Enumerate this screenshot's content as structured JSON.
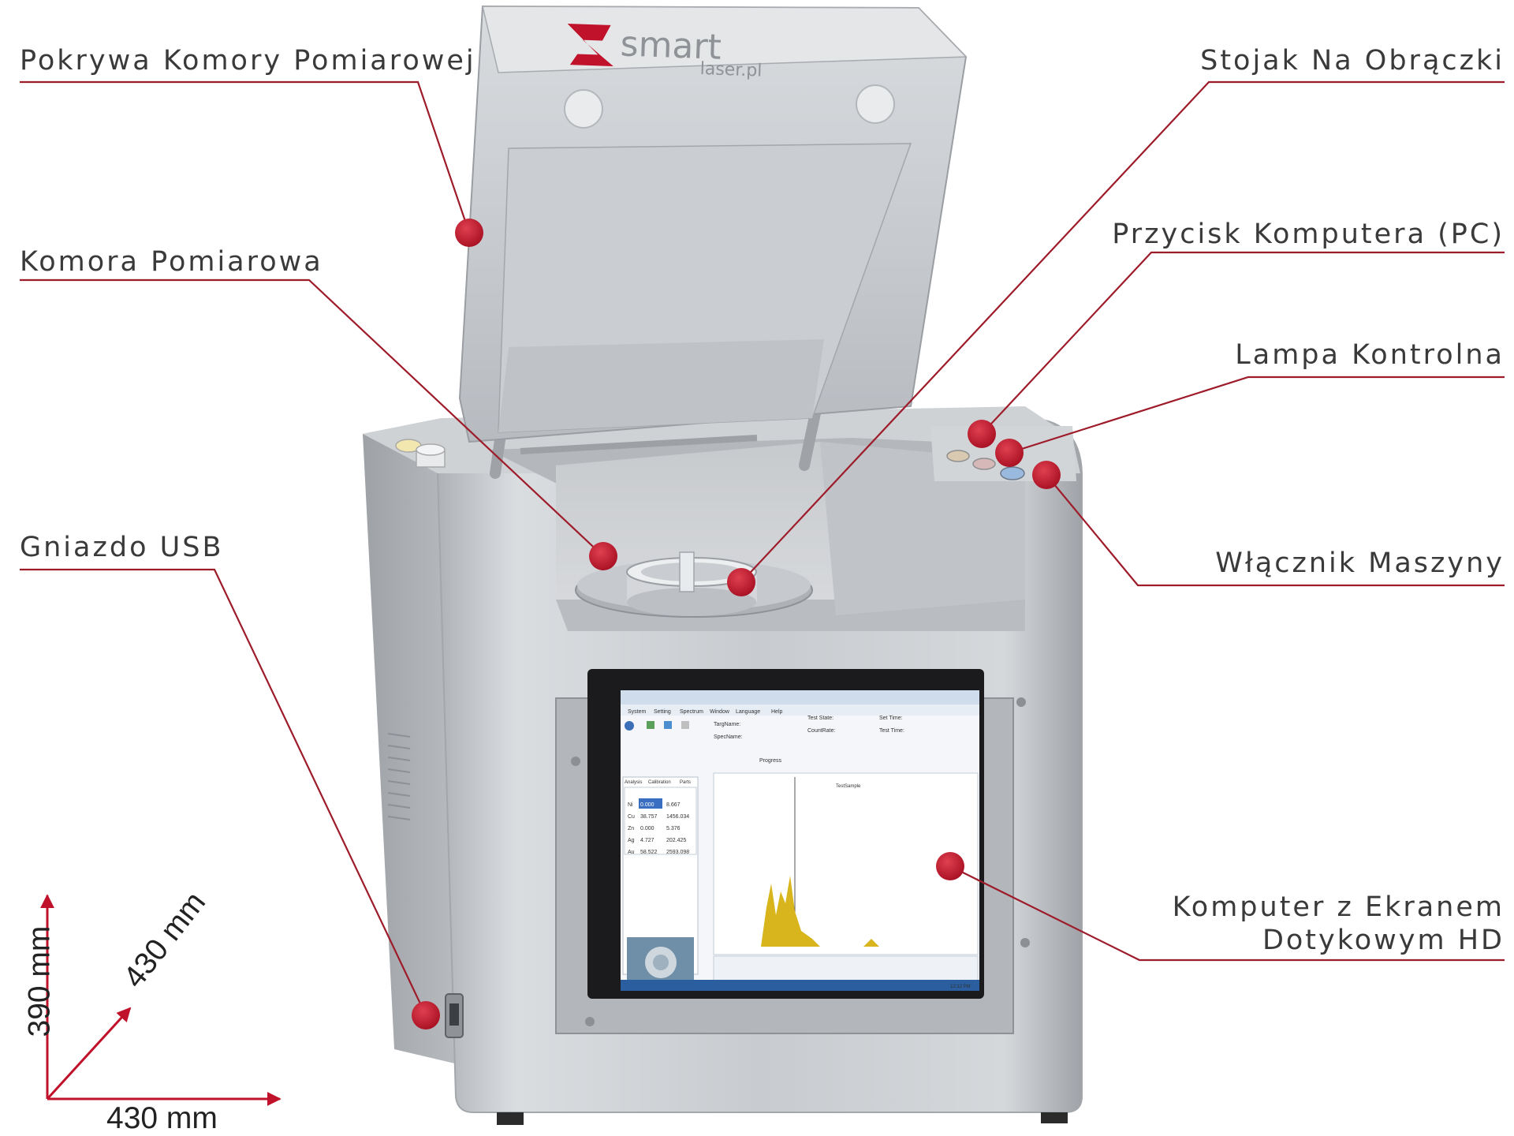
{
  "brand": {
    "name": "smart",
    "site": "laser.pl"
  },
  "callouts": {
    "lid": "Pokrywa Komory Pomiarowej",
    "chamber": "Komora Pomiarowa",
    "usb": "Gniazdo USB",
    "stand": "Stojak Na Obrączki",
    "pc_button": "Przycisk Komputera (PC)",
    "lamp": "Lampa Kontrolna",
    "power": "Włącznik Maszyny",
    "computer_line1": "Komputer z Ekranem",
    "computer_line2": "Dotykowym HD"
  },
  "dimensions": {
    "height": "390 mm",
    "depth": "430 mm",
    "width": "430 mm"
  },
  "screen": {
    "menu": [
      "System",
      "Setting",
      "Spectrum",
      "Window",
      "Language",
      "Help"
    ],
    "info": [
      "TargName:",
      "SpecName:",
      "Test State:",
      "CountRate:",
      "Set Time:",
      "Test Time:"
    ],
    "tabs": [
      "Analysis",
      "Calibration",
      "Parts"
    ],
    "progress_label": "Progress",
    "chart_title": "TestSample",
    "elements": [
      "Ni",
      "Cu",
      "Zn",
      "Ag",
      "Au"
    ],
    "values": [
      "0.000",
      "38.757",
      "0.000",
      "4.727",
      "58.522"
    ],
    "counts": [
      "8.667",
      "1456.034",
      "5.376",
      "202.425",
      "2593.098"
    ],
    "taskbar_time": "12:12 PM"
  },
  "colors": {
    "accent": "#c0122a",
    "leader": "#9e1b2a",
    "body": "#c9ccd0",
    "arrow": "#c0122a"
  }
}
